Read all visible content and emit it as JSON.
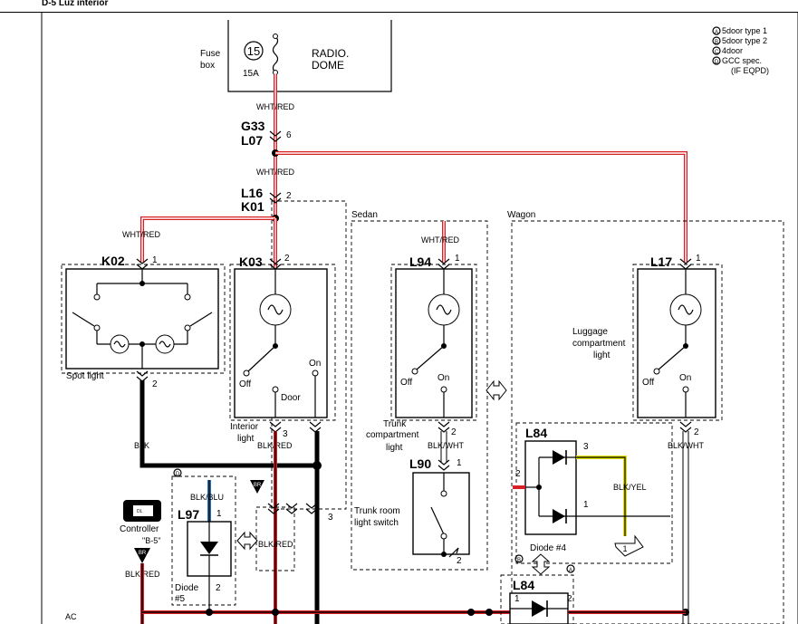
{
  "header": {
    "title": "D-5 Luz interior"
  },
  "legend": [
    {
      "key": "A",
      "text": "5door type 1"
    },
    {
      "key": "B",
      "text": "5door type 2"
    },
    {
      "key": "C",
      "text": "4door"
    },
    {
      "key": "D",
      "text": "GCC spec."
    },
    {
      "key": "",
      "text": "(IF EQPD)"
    }
  ],
  "fuse": {
    "label_line1": "Fuse",
    "label_line2": "box",
    "number": "15",
    "rating": "15A",
    "circuit_line1": "RADIO.",
    "circuit_line2": "DOME"
  },
  "wires": {
    "wht_red": "WHT/RED",
    "blk": "BLK",
    "blk_red": "BLK/RED",
    "blk_wht": "BLK/WHT",
    "blk_blu": "BLK/BLU",
    "blk_yel": "BLK/YEL"
  },
  "connectors": {
    "g33": "G33",
    "l07": "L07",
    "l16": "L16",
    "k01": "K01",
    "k02": "K02",
    "k03": "K03",
    "l94": "L94",
    "l17": "L17",
    "l84": "L84",
    "l90": "L90",
    "l97": "L97"
  },
  "pins": {
    "p1": "1",
    "p2": "2",
    "p3": "3",
    "p6": "6"
  },
  "sections": {
    "sedan": "Sedan",
    "wagon": "Wagon"
  },
  "components": {
    "spot_light": "Spot light",
    "interior_light_line1": "Interior",
    "interior_light_line2": "light",
    "off": "Off",
    "on": "On",
    "door": "Door",
    "trunk_line1": "Trunk",
    "trunk_line2": "compartment",
    "trunk_line3": "light",
    "luggage_line1": "Luggage",
    "luggage_line2": "compartment",
    "luggage_line3": "light",
    "trunk_switch_line1": "Trunk room",
    "trunk_switch_line2": "light switch",
    "diode4": "Diode #4",
    "diode5_line1": "Diode",
    "diode5_line2": "#5",
    "controller": "Controller",
    "b5_ref": "\"B-5\"",
    "br": "BR",
    "ground_ref": "1",
    "bottom_tag": "AC"
  }
}
